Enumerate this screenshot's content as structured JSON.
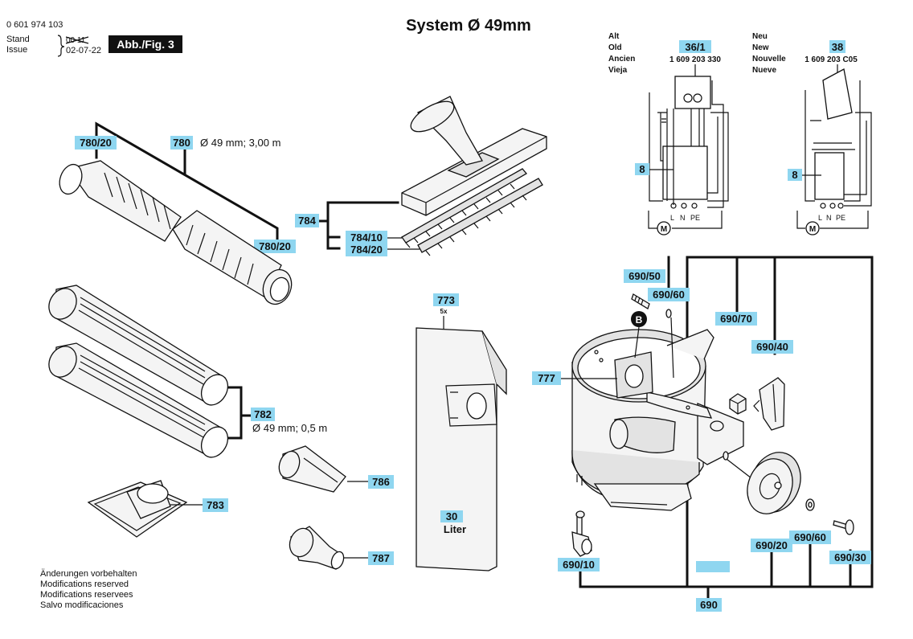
{
  "header": {
    "doc_number": "0 601 974 103",
    "stand_label": "Stand",
    "issue_label": "Issue",
    "date": "02-07-22",
    "fig_label": "Abb./Fig. 3",
    "title": "System Ø 49mm"
  },
  "wiring": {
    "old_terms": [
      "Alt",
      "Old",
      "Ancien",
      "Vieja"
    ],
    "new_terms": [
      "Neu",
      "New",
      "Nouvelle",
      "Nueve"
    ],
    "old_part": "36/1",
    "old_number": "1 609 203 330",
    "new_part": "38",
    "new_number": "1 609 203 C05",
    "board_label": "8",
    "terminals": [
      "L",
      "N",
      "PE"
    ],
    "motor_symbol": "M"
  },
  "specs": {
    "hose": "Ø 49 mm; 3,00 m",
    "tube": "Ø 49 mm; 0,5 m"
  },
  "bag": {
    "qty": "5x",
    "volume_num": "30",
    "volume_unit": "Liter"
  },
  "callouts": {
    "c780_20_top": "780/20",
    "c780": "780",
    "c780_20_bottom": "780/20",
    "c784": "784",
    "c784_10": "784/10",
    "c784_20": "784/20",
    "c773": "773",
    "c782": "782",
    "c786": "786",
    "c783": "783",
    "c787": "787",
    "c777": "777",
    "c690_50": "690/50",
    "c690_60_top": "690/60",
    "c690_70": "690/70",
    "c690_40": "690/40",
    "cB": "B",
    "c690_10": "690/10",
    "c690_20": "690/20",
    "c690_60_bottom": "690/60",
    "c690_30": "690/30",
    "c690": "690"
  },
  "footer": [
    "Änderungen vorbehalten",
    "Modifications reserved",
    "Modifications reservees",
    "Salvo modificaciones"
  ]
}
